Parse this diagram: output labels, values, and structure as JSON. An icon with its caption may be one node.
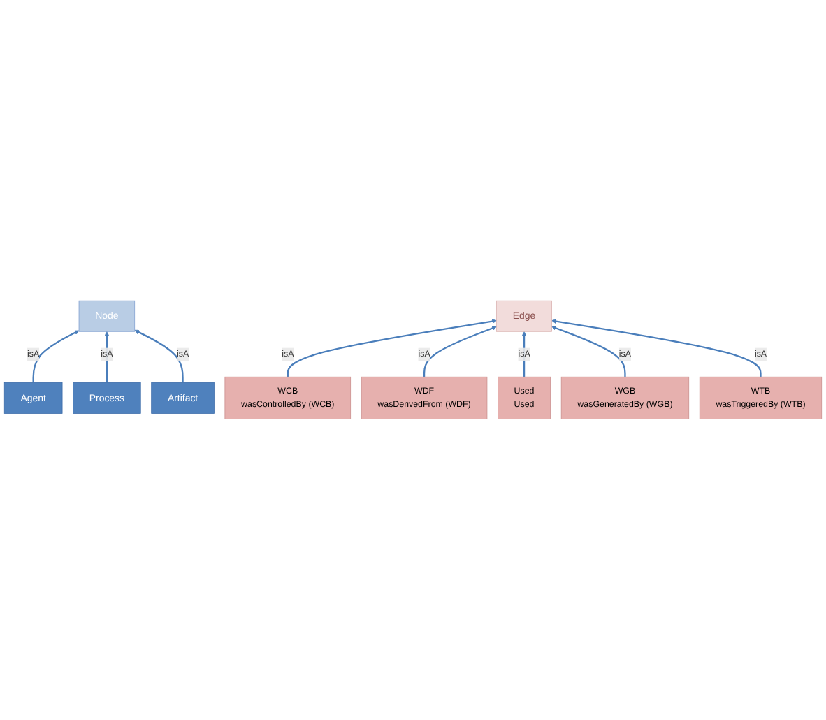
{
  "diagram": {
    "nodes": [
      {
        "text": [
          "Node"
        ]
      },
      {
        "text": [
          "Agent"
        ]
      },
      {
        "text": [
          "Process"
        ]
      },
      {
        "text": [
          "Artifact"
        ]
      },
      {
        "text": [
          "Edge"
        ]
      },
      {
        "text": [
          "WCB",
          "wasControlledBy (WCB)"
        ]
      },
      {
        "text": [
          "WDF",
          "wasDerivedFrom (WDF)"
        ]
      },
      {
        "text": [
          "Used",
          "Used"
        ]
      },
      {
        "text": [
          "WGB",
          "wasGeneratedBy (WGB)"
        ]
      },
      {
        "text": [
          "WTB",
          "wasTriggeredBy (WTB)"
        ]
      }
    ],
    "edges": [
      {
        "from": 1,
        "to": 0,
        "arrow": "to",
        "label": "isA"
      },
      {
        "from": 2,
        "to": 0,
        "arrow": "to",
        "label": "isA"
      },
      {
        "from": 3,
        "to": 0,
        "arrow": "to",
        "label": "isA"
      },
      {
        "from": 5,
        "to": 4,
        "arrow": "to",
        "label": "isA"
      },
      {
        "from": 6,
        "to": 4,
        "arrow": "to",
        "label": "isA"
      },
      {
        "from": 7,
        "to": 4,
        "arrow": "to",
        "label": "isA"
      },
      {
        "from": 8,
        "to": 4,
        "arrow": "to",
        "label": "isA"
      },
      {
        "from": 9,
        "to": 4,
        "arrow": "to",
        "label": "isA"
      }
    ]
  }
}
